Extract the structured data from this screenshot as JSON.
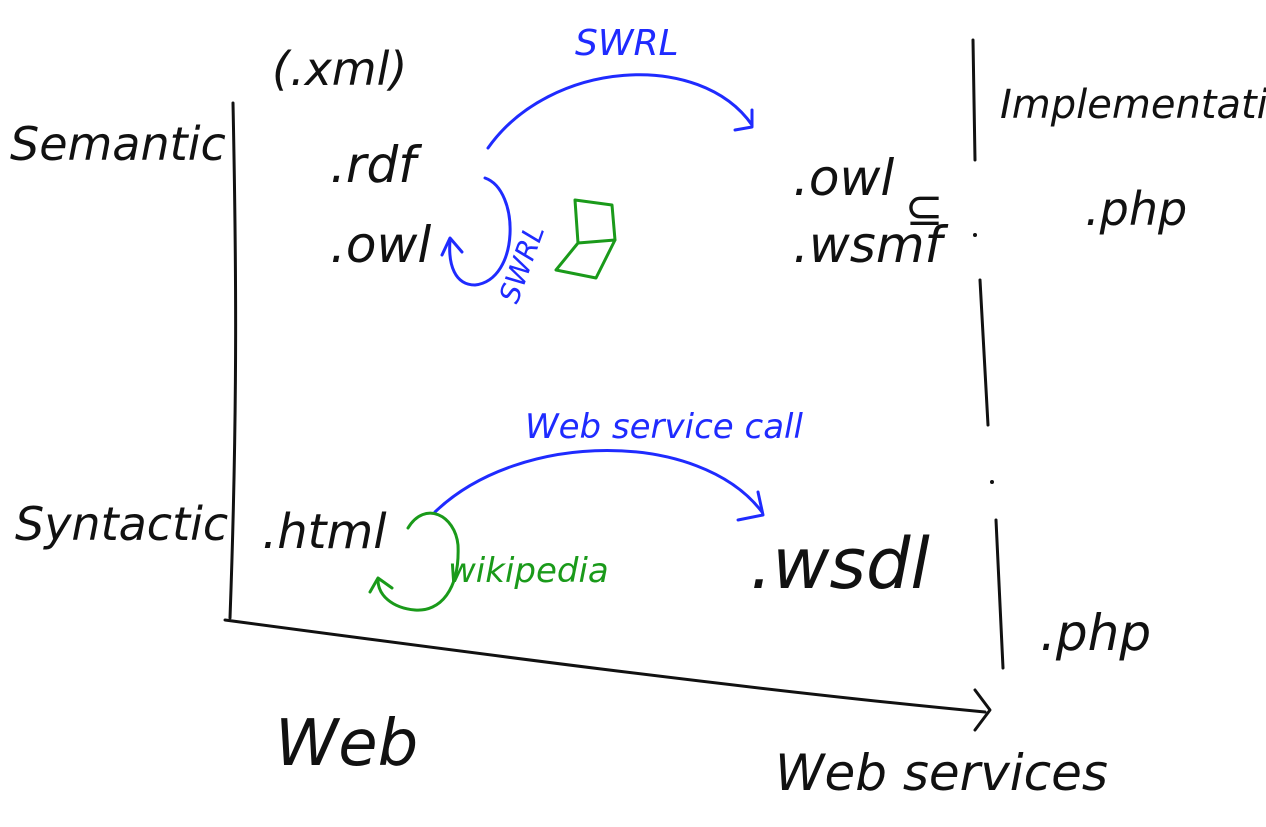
{
  "labels": {
    "xml": "(.xml)",
    "semantic": "Semantic",
    "syntactic": "Syntactic",
    "web": "Web",
    "web_services": "Web services",
    "implementation": "Implementation",
    "rdf": ".rdf",
    "owl_left": ".owl",
    "owl_right": ".owl",
    "wsmf": ".wsmf",
    "subset_equiv": "⊆",
    "php_top": ".php",
    "php_bottom": ".php",
    "html": ".html",
    "wsdl": ".wsdl",
    "swrl_arc": "SWRL",
    "swrl_loop": "SWRL",
    "ws_call": "Web service call",
    "wikipedia": "wikipedia"
  },
  "colors": {
    "black": "#111111",
    "blue": "#1f2bff",
    "green": "#1a9a1a"
  }
}
